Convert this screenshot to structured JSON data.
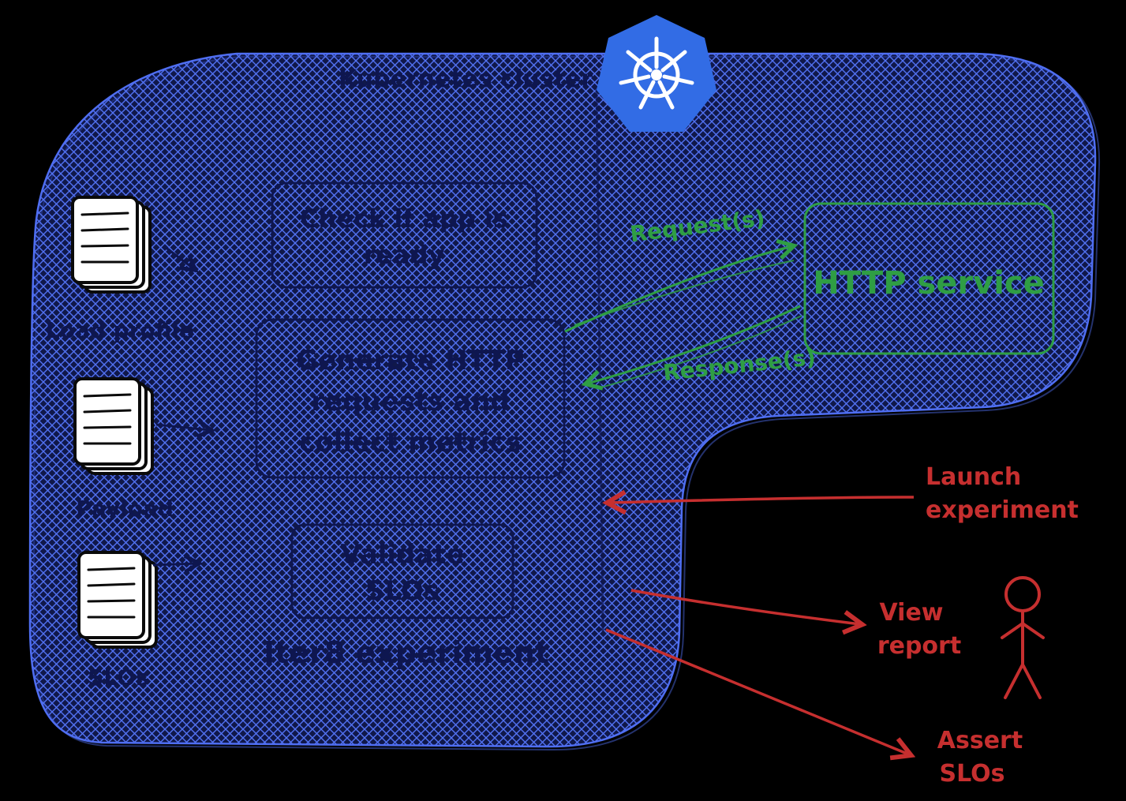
{
  "colors": {
    "cluster_blue": "#4f6ef2",
    "navy": "#0e1650",
    "green": "#2f9e44",
    "red": "#c62f2f",
    "k8s_blue": "#326ce5",
    "background": "#000000"
  },
  "icons": {
    "kubernetes": "kubernetes-wheel-heptagon",
    "documents": "paper-stack",
    "person": "stick-figure"
  },
  "cluster": {
    "title": "Kubernetes cluster"
  },
  "inputs": [
    {
      "label": "Load profile"
    },
    {
      "label": "Payload"
    },
    {
      "label": "SLOs"
    }
  ],
  "steps": {
    "check": {
      "line1": "Check if app is",
      "line2": "ready"
    },
    "generate": {
      "line1": "Generate HTTP",
      "line2": "requests and",
      "line3": "collect metrics"
    },
    "validate": {
      "line1": "Validate",
      "line2": "SLOs"
    }
  },
  "experiment_label": "Iter8 experiment",
  "http_service": {
    "label": "HTTP service"
  },
  "flows": {
    "request": "Request(s)",
    "response": "Response(s)"
  },
  "actions": {
    "launch": {
      "line1": "Launch",
      "line2": "experiment"
    },
    "view": {
      "line1": "View",
      "line2": "report"
    },
    "assert": {
      "line1": "Assert",
      "line2": "SLOs"
    }
  }
}
